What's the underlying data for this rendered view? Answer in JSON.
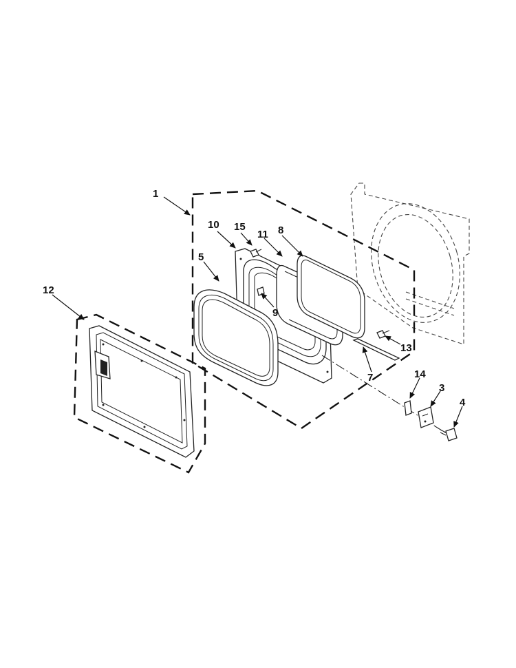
{
  "callouts": {
    "c1": "1",
    "c3": "3",
    "c4": "4",
    "c5": "5",
    "c7": "7",
    "c8": "8",
    "c9": "9",
    "c10": "10",
    "c11": "11",
    "c12": "12",
    "c13": "13",
    "c14": "14",
    "c15": "15"
  },
  "colors": {
    "line": "#111111",
    "background": "#ffffff"
  }
}
